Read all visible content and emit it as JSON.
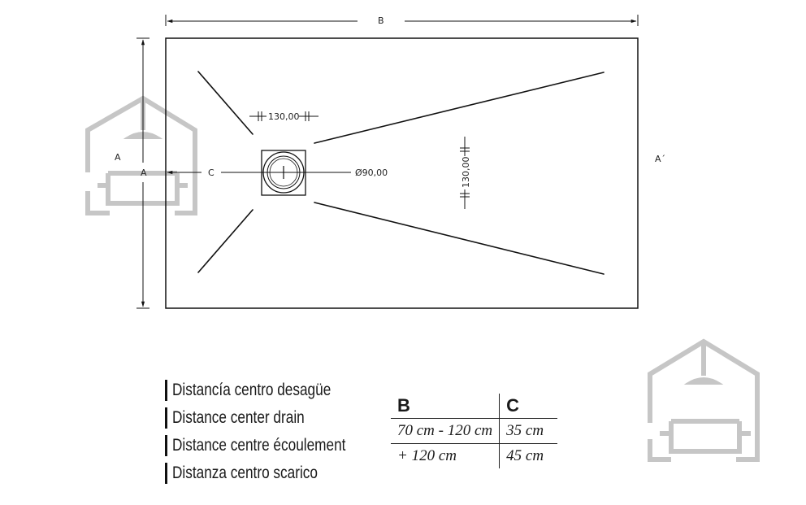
{
  "drawing": {
    "dim_b": "B",
    "dim_a_left": "A",
    "dim_a_inner": "A",
    "dim_a_prime": "A´",
    "dim_c": "C",
    "dim_horizontal_130": "130,00",
    "dim_vertical_130": "130,00",
    "drain_diameter": "Ø90,00"
  },
  "legend": {
    "items": [
      "Distancía centro desagüe",
      "Distance center drain",
      "Distance centre écoulement",
      "Distanza centro scarico"
    ]
  },
  "table": {
    "header_b": "B",
    "header_c": "C",
    "rows": [
      {
        "b": "70 cm - 120 cm",
        "c": "35 cm"
      },
      {
        "b": "+ 120 cm",
        "c": "45 cm"
      }
    ]
  },
  "colors": {
    "line": "#111111",
    "watermark": "#c8c8c8"
  },
  "icons": [
    "house-bathtub-watermark-icon"
  ]
}
